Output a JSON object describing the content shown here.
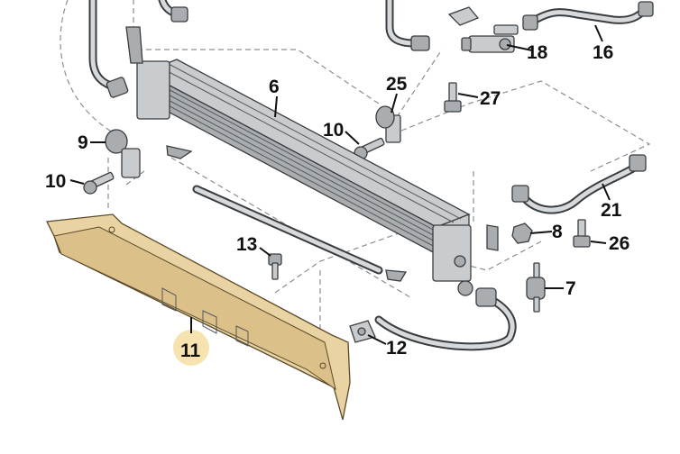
{
  "diagram": {
    "colors": {
      "highlight": "#f6e3b0",
      "shield_fill": "#ead3a2",
      "shield_stroke": "#5a4a2a",
      "metal": "#c9ccce",
      "line": "#111111"
    },
    "parts": [
      {
        "id": "p6",
        "number": "6",
        "part": "oil cooler"
      },
      {
        "id": "p7",
        "number": "7",
        "part": "rubber mount stud"
      },
      {
        "id": "p8",
        "number": "8",
        "part": "nut"
      },
      {
        "id": "p9",
        "number": "9",
        "part": "grommet bracket"
      },
      {
        "id": "p10a",
        "number": "10",
        "part": "bolt"
      },
      {
        "id": "p10b",
        "number": "10",
        "part": "bolt"
      },
      {
        "id": "p11",
        "number": "11",
        "part": "air guide shield",
        "highlighted": true
      },
      {
        "id": "p12",
        "number": "12",
        "part": "clip"
      },
      {
        "id": "p13",
        "number": "13",
        "part": "bolt"
      },
      {
        "id": "p16",
        "number": "16",
        "part": "pipe"
      },
      {
        "id": "p18",
        "number": "18",
        "part": "connector"
      },
      {
        "id": "p21",
        "number": "21",
        "part": "pipe"
      },
      {
        "id": "p25",
        "number": "25",
        "part": "grommet bracket"
      },
      {
        "id": "p26",
        "number": "26",
        "part": "bolt"
      },
      {
        "id": "p27",
        "number": "27",
        "part": "bolt"
      }
    ]
  }
}
